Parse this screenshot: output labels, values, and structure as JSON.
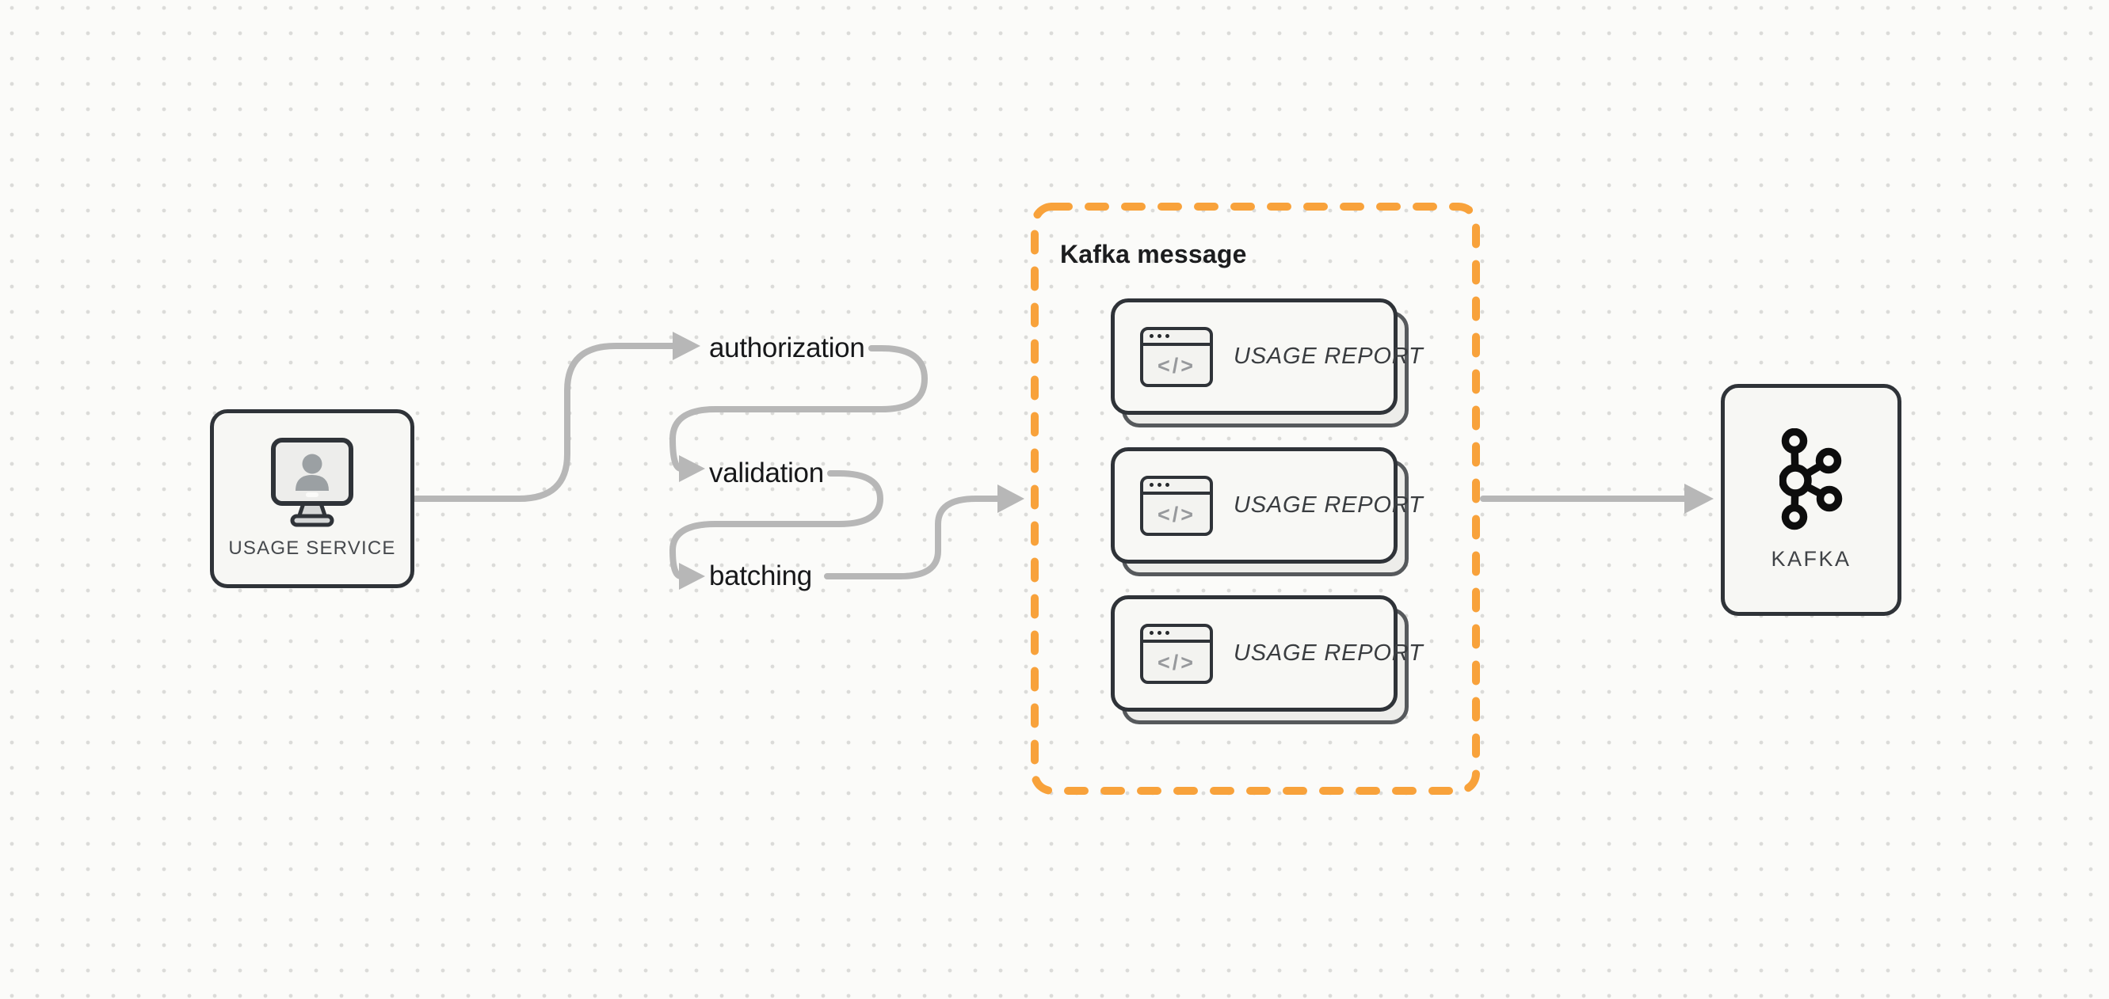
{
  "canvas": {
    "background": "#FBFBF9",
    "dot_color": "#DBDBD9"
  },
  "nodes": {
    "usage_service": {
      "label": "USAGE SERVICE",
      "icon": "monitor-user-icon"
    },
    "kafka": {
      "label": "KAFKA",
      "icon": "kafka-logo-icon"
    }
  },
  "pipeline_steps": [
    {
      "label": "authorization"
    },
    {
      "label": "validation"
    },
    {
      "label": "batching"
    }
  ],
  "kafka_message_group": {
    "title": "Kafka message",
    "cards": [
      {
        "label": "USAGE REPORT",
        "icon": "code-window-icon",
        "icon_glyph": "</>"
      },
      {
        "label": "USAGE REPORT",
        "icon": "code-window-icon",
        "icon_glyph": "</>"
      },
      {
        "label": "USAGE REPORT",
        "icon": "code-window-icon",
        "icon_glyph": "</>"
      }
    ]
  },
  "colors": {
    "accent_orange": "#F8A23B",
    "arrow_gray": "#B7B7B7",
    "border_dark": "#2F3338"
  }
}
